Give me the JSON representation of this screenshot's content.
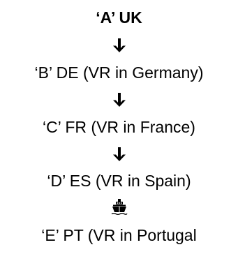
{
  "flow": {
    "nodes": [
      {
        "label": "‘A’ UK"
      },
      {
        "label": "‘B’ DE (VR in Germany)"
      },
      {
        "label": "‘C’ FR (VR in France)"
      },
      {
        "label": "‘D’ ES (VR in Spain)"
      },
      {
        "label": "‘E’ PT (VR in Portugal"
      }
    ],
    "connectors": [
      {
        "icon": "down-arrow-icon"
      },
      {
        "icon": "down-arrow-icon"
      },
      {
        "icon": "down-arrow-icon"
      },
      {
        "icon": "ship-icon"
      }
    ]
  }
}
